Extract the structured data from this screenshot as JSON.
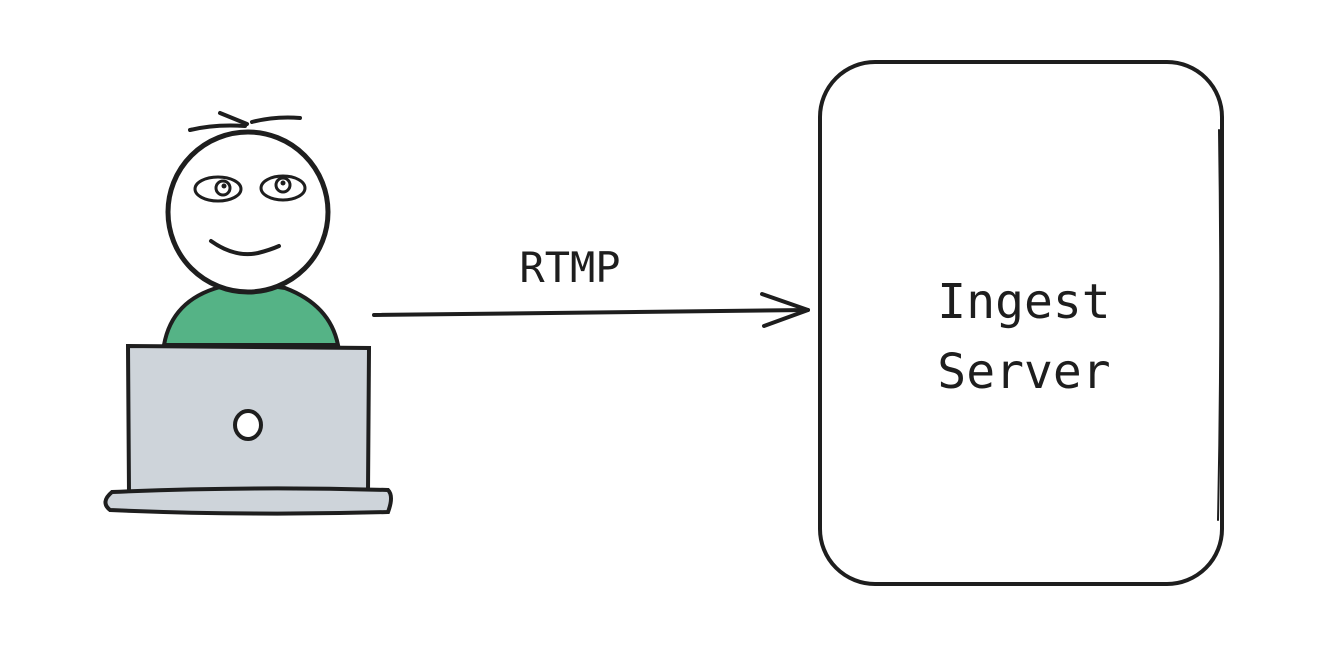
{
  "diagram": {
    "nodes": [
      {
        "id": "streamer",
        "kind": "person-with-laptop",
        "label": ""
      },
      {
        "id": "ingest",
        "kind": "rounded-box",
        "label_lines": [
          "Ingest",
          "Server"
        ]
      }
    ],
    "edges": [
      {
        "from": "streamer",
        "to": "ingest",
        "label": "RTMP"
      }
    ],
    "colors": {
      "stroke": "#1e1e1e",
      "shirt": "#55b386",
      "laptop": "#ced4da",
      "background": "#ffffff"
    }
  }
}
